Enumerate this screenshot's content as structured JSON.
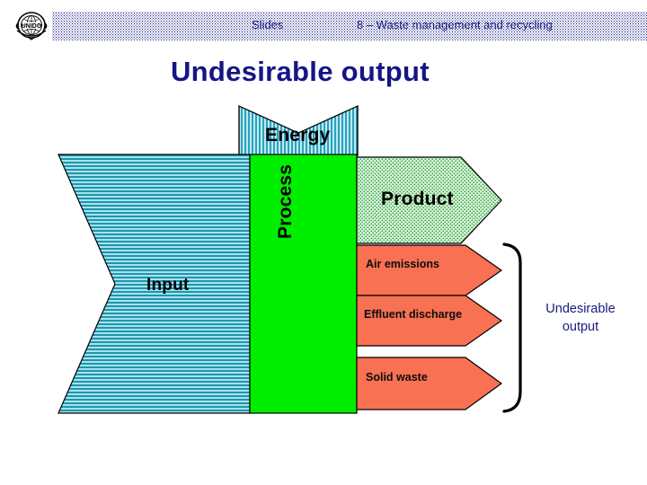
{
  "header": {
    "logo_icon": "unido-emblem-icon",
    "slides_label": "Slides",
    "chapter_label": "8 – Waste management and recycling"
  },
  "title": "Undesirable output",
  "diagram": {
    "type": "process-flow",
    "energy": {
      "label": "Energy",
      "fill": "#8ed8e8",
      "pattern": "vertical-stripes",
      "stripe_color": "#1e8fa8"
    },
    "input": {
      "label": "Input",
      "fill": "#8ed8e8",
      "pattern": "horizontal-stripes",
      "stripe_color": "#1e8fa8"
    },
    "process": {
      "label": "Process",
      "fill": "#00ee00",
      "pattern": "solid"
    },
    "product": {
      "label": "Product",
      "fill": "#d8f0d8",
      "pattern": "dots",
      "dot_color": "#2fa83f"
    },
    "undesirable_flows": [
      {
        "label": "Air emissions",
        "fill": "#f87050"
      },
      {
        "label": "Effluent discharge",
        "fill": "#f87050"
      },
      {
        "label": "Solid waste",
        "fill": "#f87050"
      }
    ],
    "brace_label": "Undesirable\noutput",
    "brace_label_line1": "Undesirable",
    "brace_label_line2": "output",
    "accent_color": "#1a1a7e"
  }
}
